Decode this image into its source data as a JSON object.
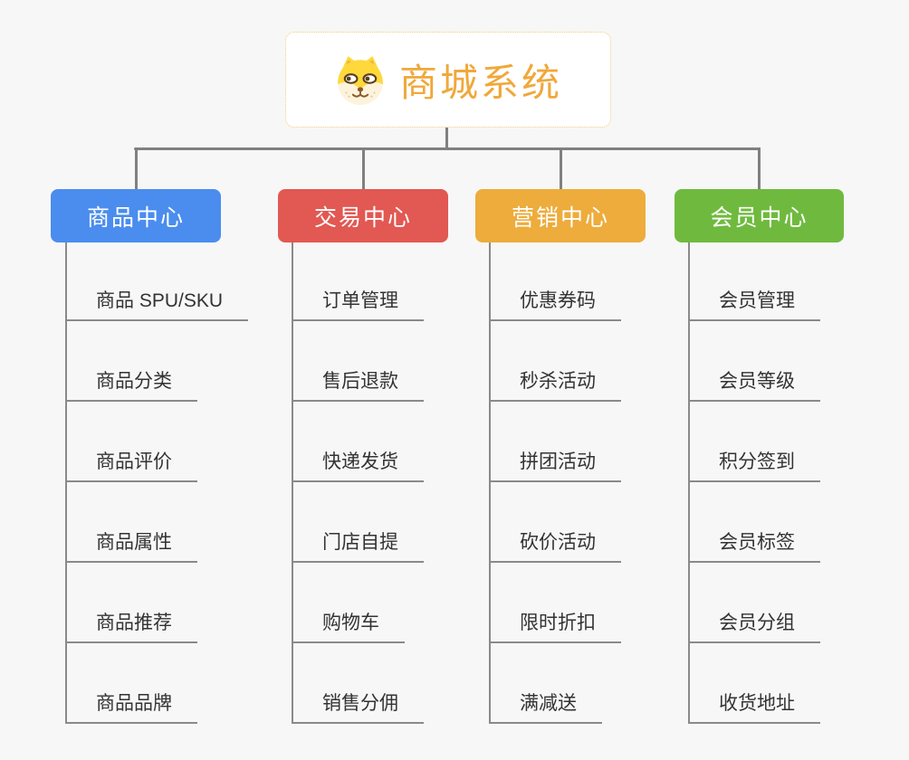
{
  "root": {
    "title": "商城系统",
    "icon": "shiba-dog-icon"
  },
  "branches": [
    {
      "label": "商品中心",
      "color": "#4A8DEE",
      "leaves": [
        "商品 SPU/SKU",
        "商品分类",
        "商品评价",
        "商品属性",
        "商品推荐",
        "商品品牌"
      ]
    },
    {
      "label": "交易中心",
      "color": "#E25852",
      "leaves": [
        "订单管理",
        "售后退款",
        "快递发货",
        "门店自提",
        "购物车",
        "销售分佣"
      ]
    },
    {
      "label": "营销中心",
      "color": "#EDAC3C",
      "leaves": [
        "优惠券码",
        "秒杀活动",
        "拼团活动",
        "砍价活动",
        "限时折扣",
        "满减送"
      ]
    },
    {
      "label": "会员中心",
      "color": "#6FBA3E",
      "leaves": [
        "会员管理",
        "会员等级",
        "积分签到",
        "会员标签",
        "会员分组",
        "收货地址"
      ]
    }
  ],
  "colors": {
    "background": "#F7F7F7",
    "root_text": "#F0A83B",
    "root_border": "#F3C87E",
    "connector": "#808080",
    "leaf_line": "#8A8A8A",
    "leaf_text": "#333333"
  }
}
